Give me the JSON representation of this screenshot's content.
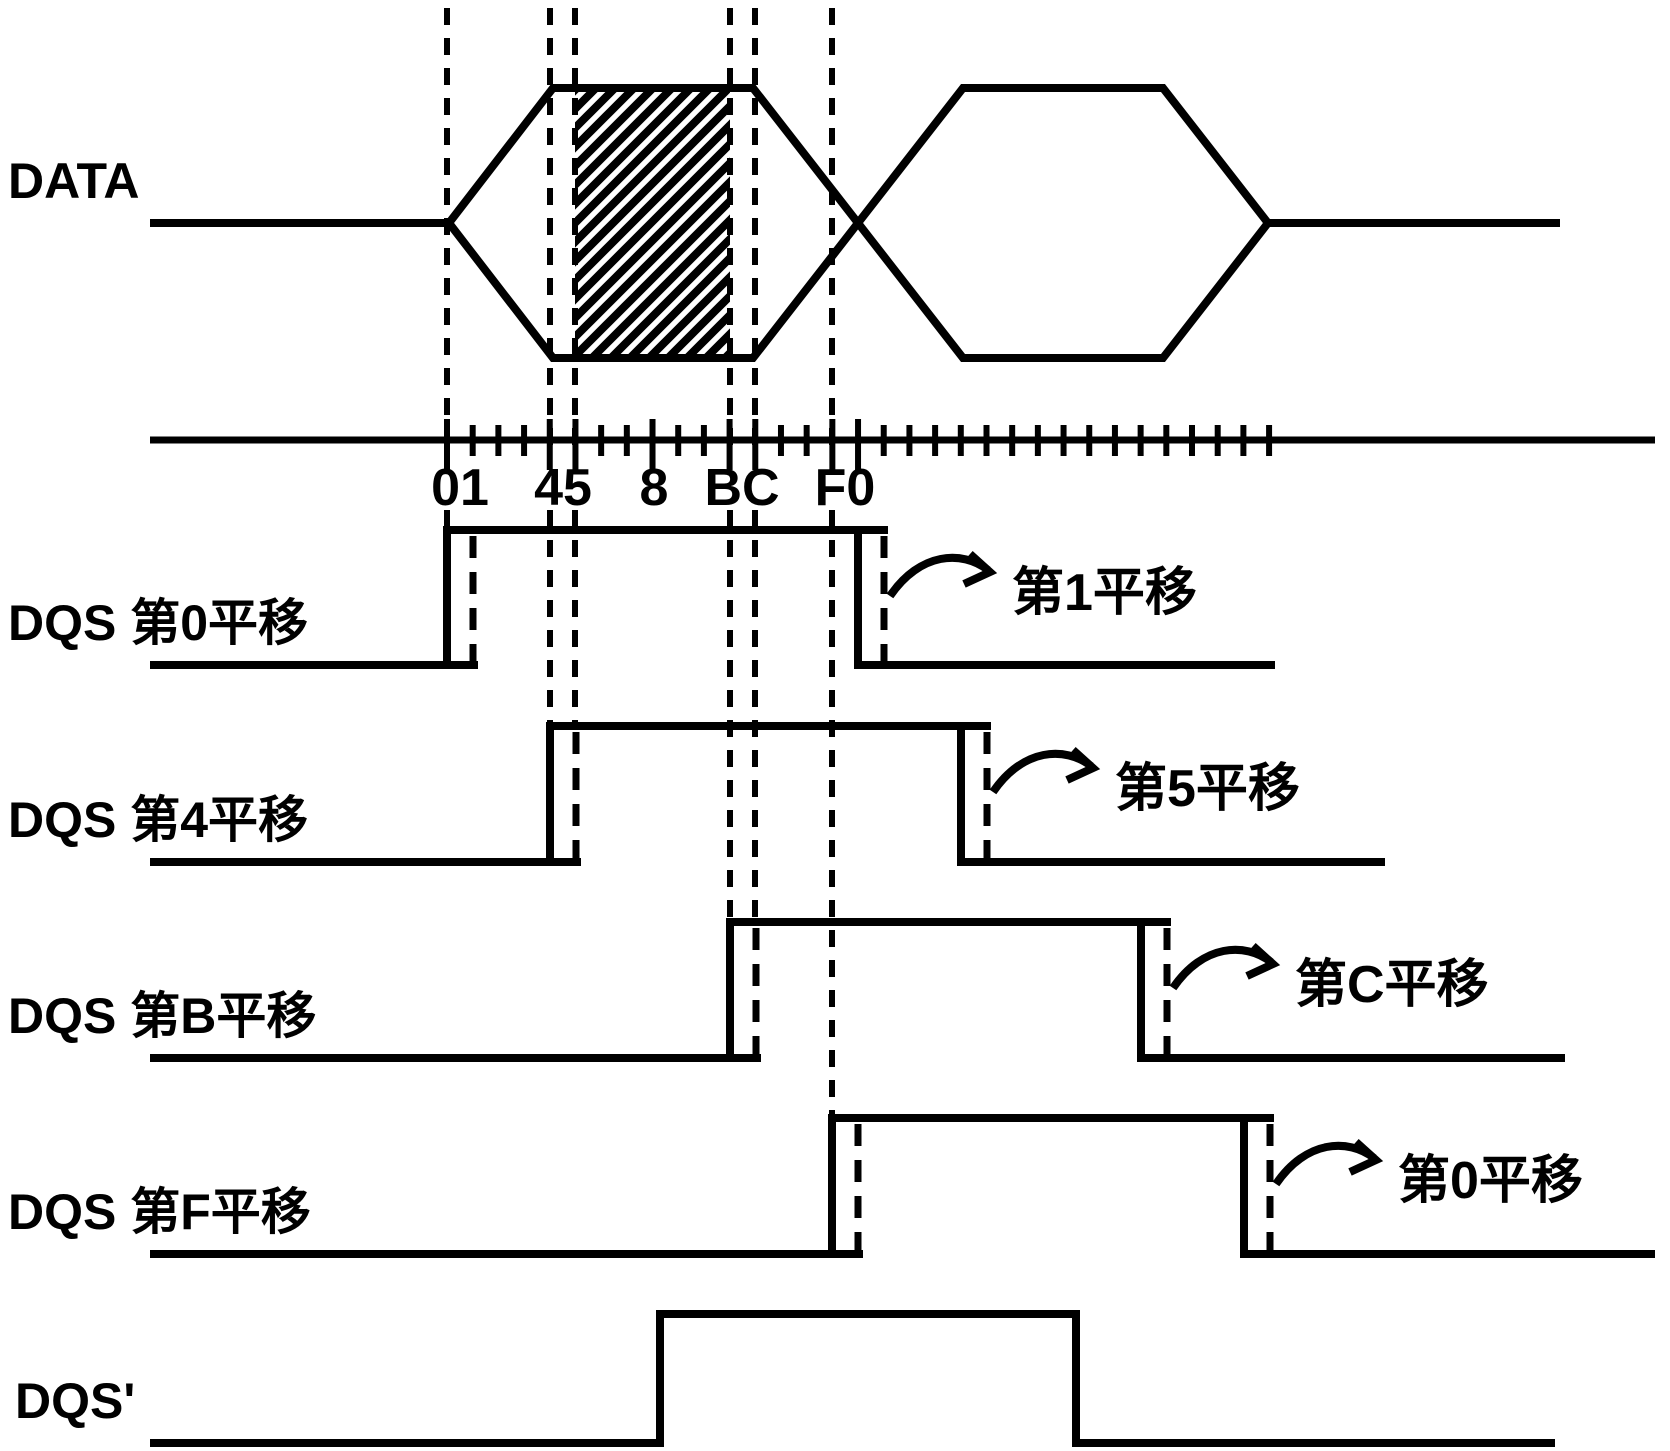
{
  "colors": {
    "ink": "#000000",
    "background": "#ffffff"
  },
  "signals": {
    "data": {
      "label": "DATA"
    },
    "ruler": {
      "tick_labels": [
        "01",
        "45",
        "8",
        "BC",
        "F0"
      ]
    },
    "dqs_rows": [
      {
        "label": "DQS 第0平移",
        "shift_label": "第1平移"
      },
      {
        "label": "DQS 第4平移",
        "shift_label": "第5平移"
      },
      {
        "label": "DQS 第B平移",
        "shift_label": "第C平移"
      },
      {
        "label": "DQS 第F平移",
        "shift_label": "第0平移"
      },
      {
        "label": "DQS'",
        "shift_label": null
      }
    ]
  }
}
